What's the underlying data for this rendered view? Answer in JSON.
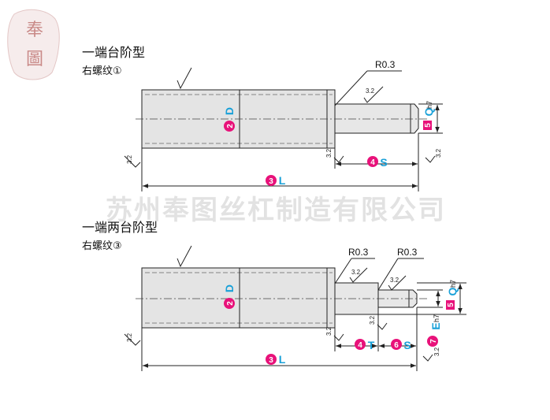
{
  "logo": {
    "chars": [
      "奉",
      "圖"
    ]
  },
  "watermark": "苏州奉图丝杠制造有限公司",
  "section1": {
    "title": "一端台阶型",
    "subtitle": "右螺纹①",
    "radius_label": "R0.3",
    "roughness": "3.2",
    "dims": {
      "D": {
        "num": "2",
        "letter": "D"
      },
      "L": {
        "num": "3",
        "letter": "L"
      },
      "S": {
        "num": "4",
        "letter": "S"
      },
      "Q": {
        "num": "5",
        "letter": "Q",
        "tol": "h7"
      }
    }
  },
  "section2": {
    "title": "一端两台阶型",
    "subtitle": "右螺纹③",
    "radius_label_1": "R0.3",
    "radius_label_2": "R0.3",
    "roughness": "3.2",
    "dims": {
      "D": {
        "num": "2",
        "letter": "D"
      },
      "L": {
        "num": "3",
        "letter": "L"
      },
      "T": {
        "num": "4",
        "letter": "T"
      },
      "Q": {
        "num": "5",
        "letter": "Q",
        "tol": "h7"
      },
      "S": {
        "num": "6",
        "letter": "S"
      },
      "E": {
        "num": "7",
        "letter": "E",
        "tol": "h7"
      }
    }
  },
  "colors": {
    "badge": "#e8127a",
    "dimension_letter": "#18a0d8",
    "seal": "#c98a88"
  }
}
